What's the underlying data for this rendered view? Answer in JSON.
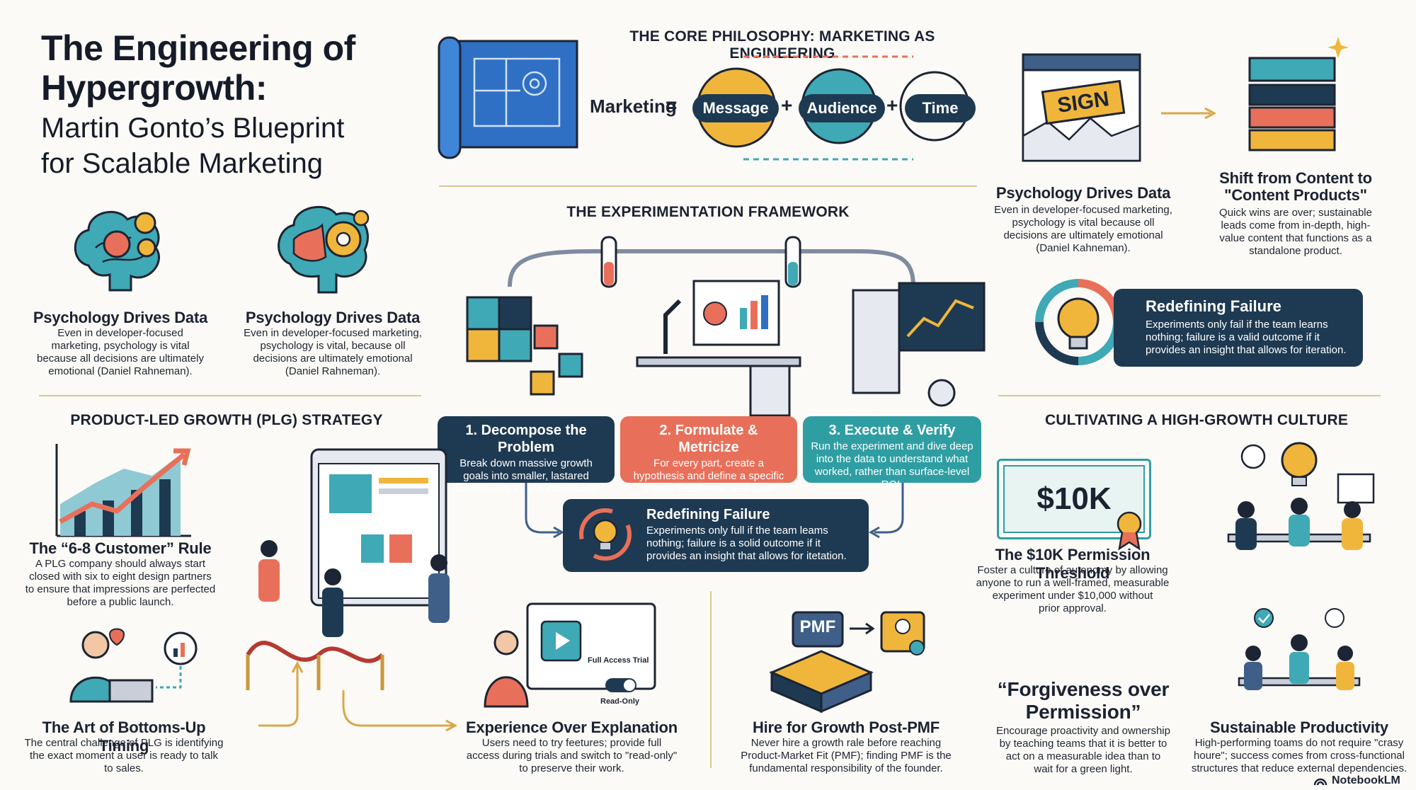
{
  "header": {
    "title_line1": "The Engineering of",
    "title_line2": "Hypergrowth:",
    "subtitle_line1": "Martin Gonto’s Blueprint",
    "subtitle_line2": "for Scalable Marketing"
  },
  "core": {
    "title": "THE CORE PHILOSOPHY: MARKETING AS ENGINEERING",
    "marketing": "Marketing",
    "equals": "=",
    "plus": "+",
    "message": "Message",
    "audience": "Audience",
    "time": "Time"
  },
  "psych_left_1": {
    "title": "Psychology Drives Data",
    "body": [
      "Even in developer-focused",
      "marketing, psychology is vital",
      "because all decisions are ultimately",
      "emotional (Daniel Rahneman)."
    ]
  },
  "psych_left_2": {
    "title": "Psychology Drives Data",
    "body": [
      "Even in developer-focused marketing,",
      "psychology is vital, because oll",
      "decisions are ultimately emotional",
      "(Daniel Rahneman)."
    ]
  },
  "psych_right": {
    "title": "Psychology Drives Data",
    "body": [
      "Even in developer-focused marketing,",
      "psychology is vital because oll",
      "decisions are ultimately emotional",
      "(Daniel Kahneman)."
    ],
    "sign": "SIGN"
  },
  "content_products": {
    "title_line1": "Shift from Content to",
    "title_line2": "\"Content Products\"",
    "body": [
      "Quick wins are over; sustainable",
      "leads come from in-depth, high-",
      "value content that functions as a",
      "standalone product."
    ]
  },
  "failure_right": {
    "title": "Redefining Failure",
    "body": [
      "Experiments only fail if the team learns",
      "nothing; failure is a valid outcome if it",
      "provides an insight that allows for iteration."
    ]
  },
  "experiment": {
    "title": "THE EXPERIMENTATION FRAMEWORK",
    "steps": [
      {
        "title": "1. Decompose the Problem",
        "body": [
          "Break down massive growth",
          "goals into smaller, lastared",
          "components to test individually."
        ],
        "color": "#1e3a52"
      },
      {
        "title": "2. Formulate & Metricize",
        "body": [
          "For every part, create a",
          "hypothesis and define a specific",
          "metric, timeframe, and goal."
        ],
        "color": "#e8705a"
      },
      {
        "title": "3. Execute & Verify",
        "body": [
          "Run the experiment and dive deep",
          "into the data to understand what",
          "worked, rather than surface-level ROI."
        ],
        "color": "#2f9ea3"
      }
    ],
    "failure": {
      "title": "Redefining Failure",
      "body": [
        "Experiments only full if the team leams",
        "nothing; failure is a solid outcome if it",
        "provides an insight that allows for itetation."
      ]
    }
  },
  "plg": {
    "title": "PRODUCT-LED GROWTH (PLG) STRATEGY",
    "rule": {
      "title": "The “6-8 Customer” Rule",
      "body": [
        "A PLG company should always start",
        "closed with six to eight design partners",
        "to ensure that impressions are perfected",
        "before a public launch."
      ]
    },
    "timing": {
      "title": "The Art of Bottoms-Up Timing",
      "body": [
        "The central challenge of PLG is identifying",
        "the exact moment a user is ready to talk",
        "to sales."
      ]
    },
    "experience": {
      "title": "Experience Over Explanation",
      "body": [
        "Users need to try feetures; provide full",
        "access during trials and switch to \"read-only\"",
        "to preserve their work."
      ],
      "trial_label": "Full Access Trial",
      "readonly_label": "Read-Only"
    }
  },
  "pmf": {
    "badge": "PMF",
    "title": "Hire for Growth Post-PMF",
    "body": [
      "Never hire a growth rale before reaching",
      "Product-Market Fit (PMF); finding PMF is the",
      "fundamental responsibility of the founder."
    ]
  },
  "culture": {
    "title": "CULTIVATING A HIGH-GROWTH CULTURE",
    "threshold": {
      "amount": "$10K",
      "title": "The $10K Permission Threshold",
      "body": [
        "Foster a culture of autonomy by allowing",
        "anyone to run a well-framed, measurable",
        "experiment under $10,000 without",
        "prior approval."
      ]
    },
    "forgiveness": {
      "title_line1": "“Forgiveness over",
      "title_line2": "Permission”",
      "body": [
        "Encourage proactivity and ownership",
        "by teaching teams that it is better to",
        "act on a measurable idea than to",
        "wait for a green light."
      ]
    },
    "sustainable": {
      "title": "Sustainable Productivity",
      "body": [
        "High-performing toams do not require \"crasy",
        "houre\"; success comes from cross-functional",
        "structures that reduce external dependencies."
      ]
    }
  },
  "brand": {
    "name": "NotebookLM"
  },
  "colors": {
    "navy": "#1e3a52",
    "coral": "#e8705a",
    "teal": "#2f9ea3",
    "gold": "#f0b63c",
    "blue": "#2f6fc4"
  }
}
